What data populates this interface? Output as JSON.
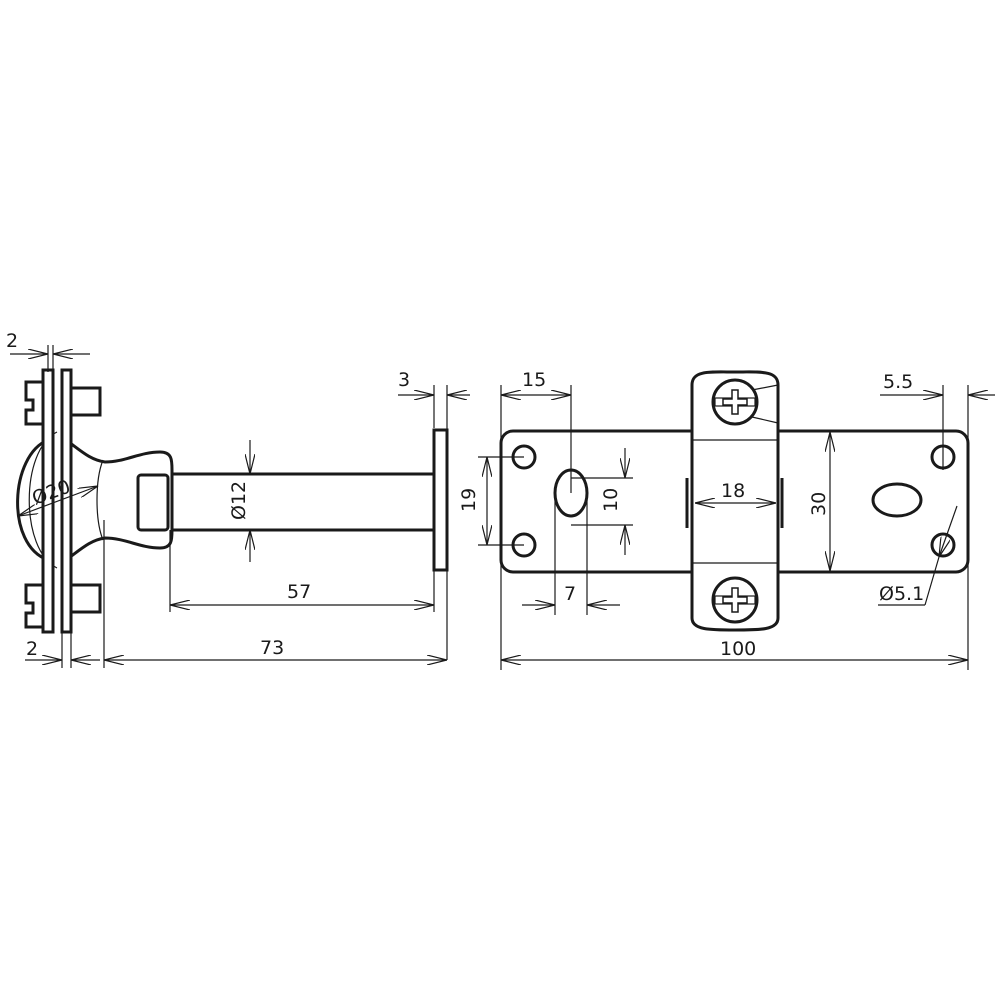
{
  "drawing": {
    "side_view": {
      "dims": {
        "plate_thickness_top": "2",
        "plate_thickness_bottom": "2",
        "clamp_diameter": "Ø20",
        "rod_diameter": "Ø12",
        "flange_thickness": "3",
        "rod_length": "57",
        "overall_length": "73"
      }
    },
    "front_view": {
      "dims": {
        "hole_to_slot": "15",
        "hole_spacing": "19",
        "slot_height": "10",
        "slot_width": "7",
        "clamp_width": "18",
        "plate_height": "30",
        "hole_edge_offset": "5.5",
        "hole_diameter": "Ø5.1",
        "plate_length": "100"
      }
    }
  }
}
